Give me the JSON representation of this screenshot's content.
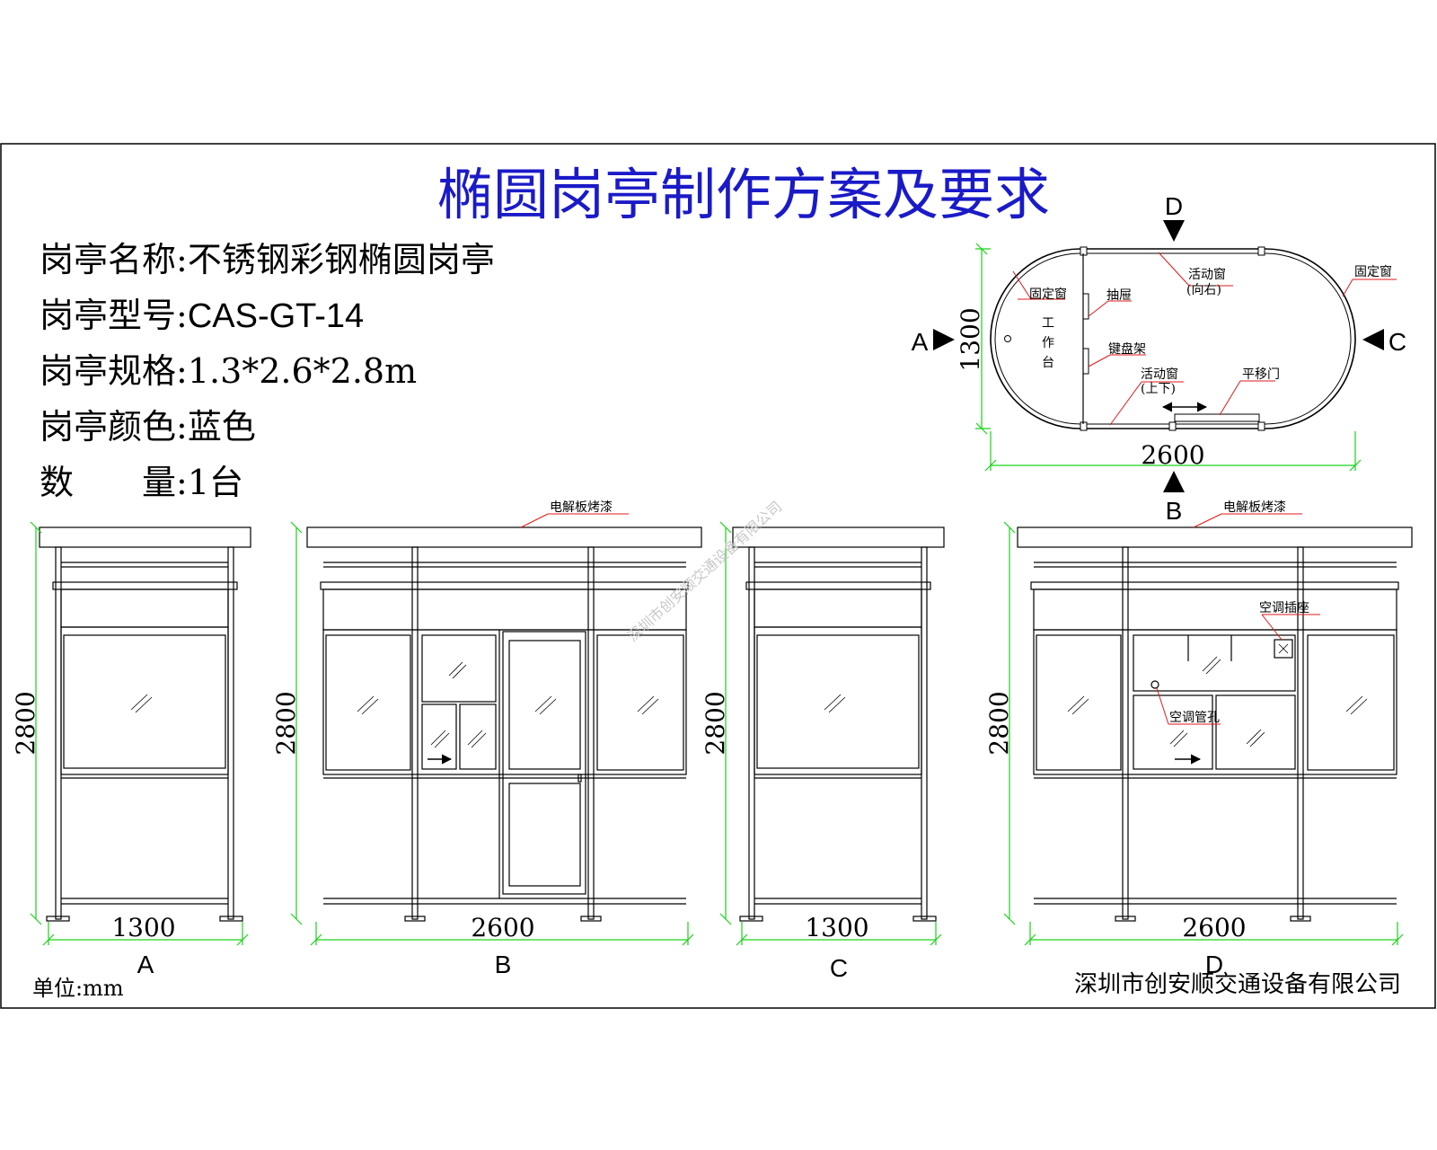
{
  "title": "椭圆岗亭制作方案及要求",
  "specs": [
    {
      "label": "岗亭名称:",
      "value": "不锈钢彩钢椭圆岗亭"
    },
    {
      "label": "岗亭型号:",
      "value": "CAS-GT-14"
    },
    {
      "label": "岗亭规格:",
      "value": "1.3*2.6*2.8m"
    },
    {
      "label": "岗亭颜色:",
      "value": "蓝色"
    },
    {
      "label": "数　　量:",
      "value": "1台"
    }
  ],
  "plan": {
    "view_markers": [
      "D",
      "A",
      "C",
      "B"
    ],
    "width_dim": "2600",
    "depth_dim": "1300",
    "labels": {
      "fixed_window_left": "固定窗",
      "fixed_window_right": "固定窗",
      "sliding_window_top": "活动窗",
      "sliding_window_top_sub": "(向右)",
      "drawer": "抽屉",
      "workbench": [
        "工",
        "作",
        "台"
      ],
      "keyboard_rack": "键盘架",
      "sliding_window_bottom": "活动窗",
      "sliding_window_bottom_sub": "(上下)",
      "sliding_door": "平移门"
    }
  },
  "elevations": [
    {
      "view": "A",
      "width": "1300",
      "height": "2800"
    },
    {
      "view": "B",
      "width": "2600",
      "height": "2800",
      "roof_note": "电解板烤漆"
    },
    {
      "view": "C",
      "width": "1300",
      "height": "2800"
    },
    {
      "view": "D",
      "width": "2600",
      "height": "2800",
      "roof_note": "电解板烤漆",
      "ac_socket": "空调插座",
      "ac_pipe": "空调管孔"
    }
  ],
  "unit_note": "单位:mm",
  "company": "深圳市创安顺交通设备有限公司",
  "watermark": "深圳市创安顺交通设备有限公司",
  "colors": {
    "title": "#1a1ac8",
    "dimension": "#19d219",
    "leader": "#e01818",
    "line": "#000000",
    "watermark": "#c8c8c8"
  }
}
